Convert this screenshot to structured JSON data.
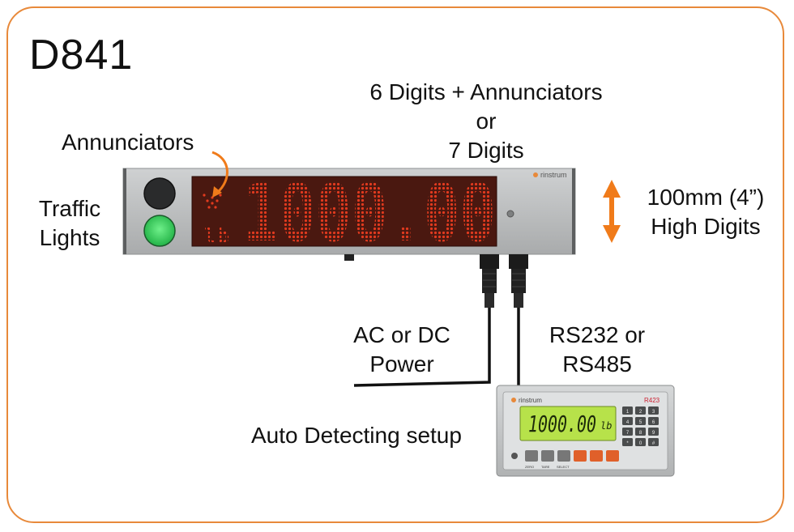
{
  "title": "D841",
  "labels": {
    "digits": [
      "6 Digits + Annunciators",
      "or",
      "7 Digits"
    ],
    "annunciators": "Annunciators",
    "traffic": [
      "Traffic",
      "Lights"
    ],
    "height": [
      "100mm (4”)",
      "High Digits"
    ],
    "power": [
      "AC or DC",
      "Power"
    ],
    "serial": [
      "RS232 or",
      "RS485"
    ],
    "auto": "Auto Detecting setup"
  },
  "display": {
    "reading": "1000.00",
    "unit": "lb",
    "brand": "rinstrum"
  },
  "indicator": {
    "brand": "rinstrum",
    "model": "R423",
    "reading": "1000.00",
    "unit": "lb",
    "button_labels": [
      "ZERO",
      "TARE",
      "SELECT"
    ],
    "keypad": [
      "1",
      "2",
      "3",
      "4",
      "5",
      "6",
      "7",
      "8",
      "9",
      "*",
      "0",
      "#"
    ]
  },
  "colors": {
    "frame": "#e8893a",
    "arrow": "#f07b1a",
    "led": "#e23a1e",
    "panel": "#b8babb",
    "lcd": "#b7e24a",
    "traffic_green": "#35d35a"
  },
  "icons": [
    "up-down-arrow-icon",
    "curved-pointer-arrow-icon"
  ]
}
